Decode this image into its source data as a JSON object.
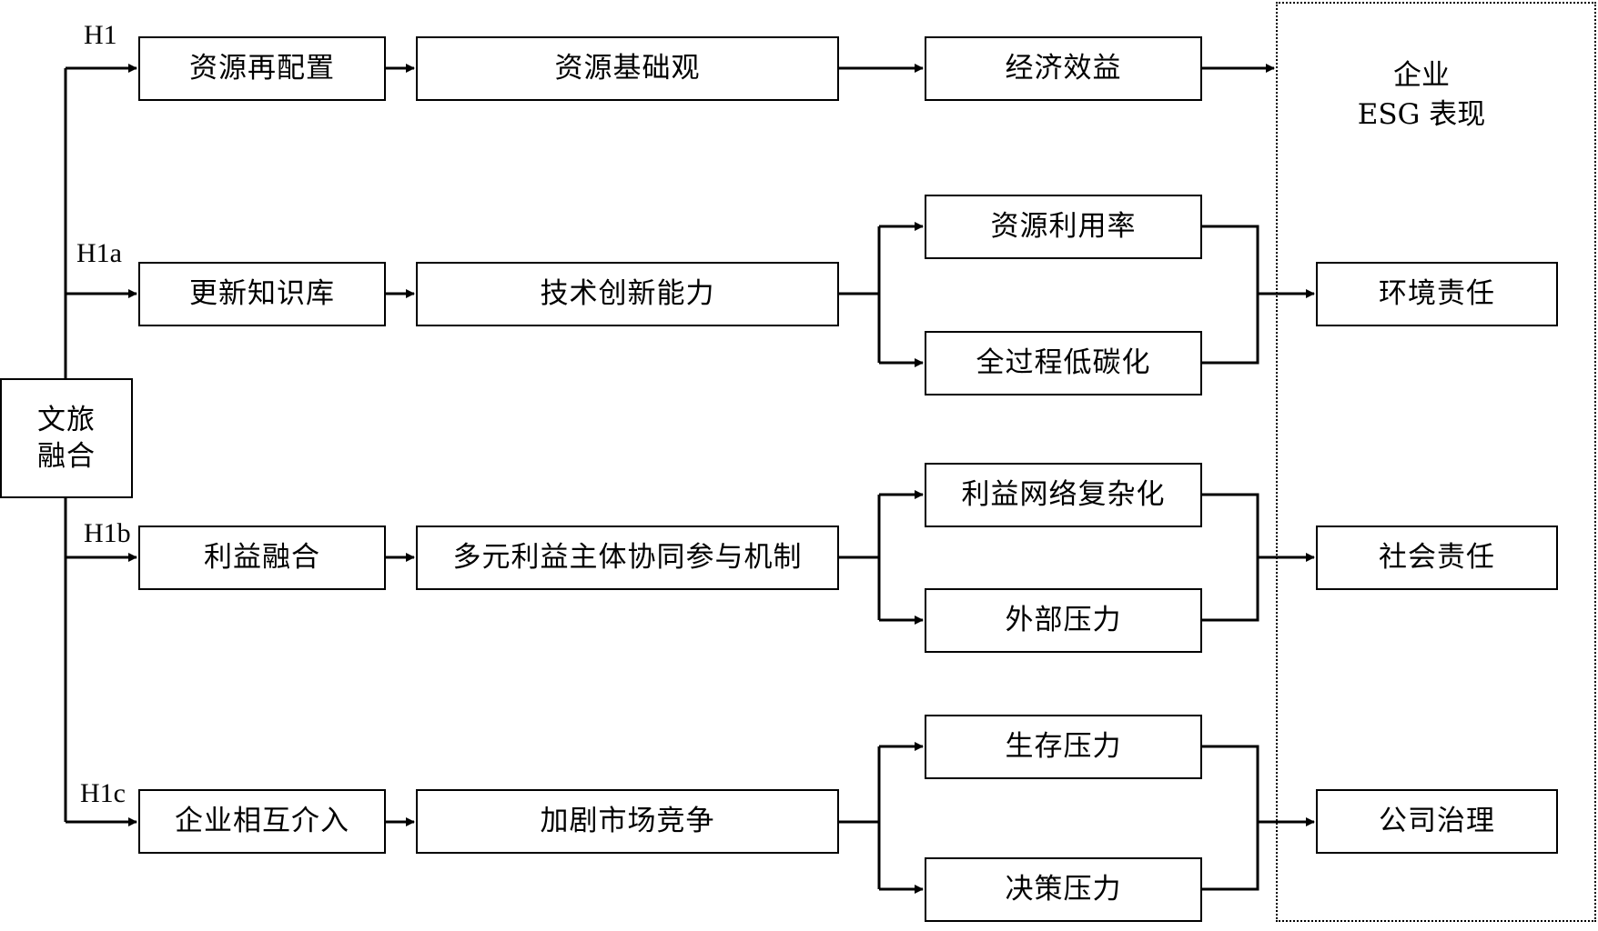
{
  "source": {
    "id": "source",
    "text": "文旅\n融合"
  },
  "target": {
    "title_line1": "企业",
    "title_line2": "ESG 表现"
  },
  "paths": [
    {
      "hyp": "H1",
      "step1": "资源再配置",
      "step2": "资源基础观",
      "outcomes": [
        "经济效益"
      ],
      "target": ""
    },
    {
      "hyp": "H1a",
      "step1": "更新知识库",
      "step2": "技术创新能力",
      "outcomes": [
        "资源利用率",
        "全过程低碳化"
      ],
      "target": "环境责任"
    },
    {
      "hyp": "H1b",
      "step1": "利益融合",
      "step2": "多元利益主体协同参与机制",
      "outcomes": [
        "利益网络复杂化",
        "外部压力"
      ],
      "target": "社会责任"
    },
    {
      "hyp": "H1c",
      "step1": "企业相互介入",
      "step2": "加剧市场竞争",
      "outcomes": [
        "生存压力",
        "决策压力"
      ],
      "target": "公司治理"
    }
  ],
  "colors": {
    "stroke": "#000000",
    "background": "#ffffff"
  }
}
